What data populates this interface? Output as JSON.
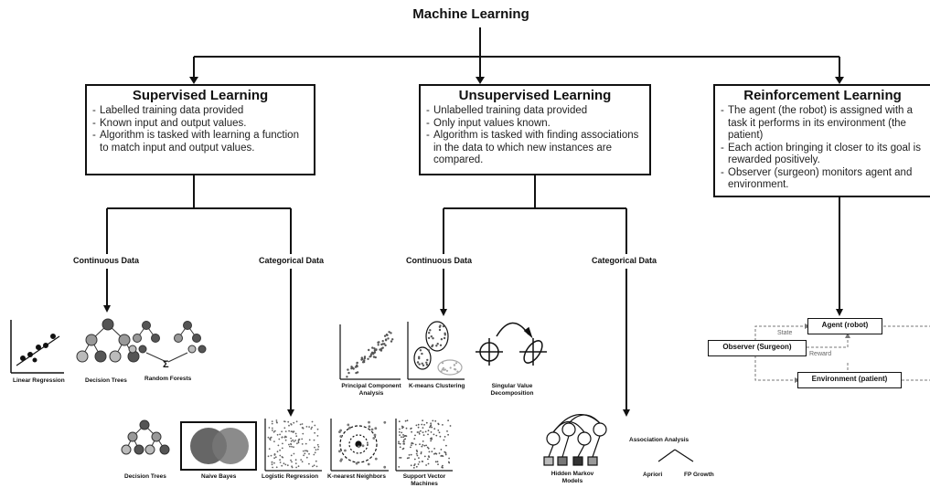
{
  "root": "Machine Learning",
  "supervised": {
    "title": "Supervised Learning",
    "bullets": [
      "Labelled training data provided",
      "Known input and output values.",
      "Algorithm is tasked with learning a function to match input and output values."
    ],
    "continuous": "Continuous Data",
    "categorical": "Categorical Data",
    "cont_algs": [
      "Linear Regression",
      "Decision Trees",
      "Random Forests"
    ],
    "cat_algs": [
      "Decision Trees",
      "Naive Bayes",
      "Logistic Regression",
      "K-nearest Neighbors",
      "Support Vector Machines"
    ]
  },
  "unsupervised": {
    "title": "Unsupervised Learning",
    "bullets": [
      "Unlabelled training data provided",
      "Only input values known.",
      "Algorithm is tasked with finding associations in the data to which new instances are compared."
    ],
    "continuous": "Continuous Data",
    "categorical": "Categorical Data",
    "cont_algs": [
      "Principal Component Analysis",
      "K-means Clustering",
      "Singular Value Decomposition"
    ],
    "cat_algs": [
      "Hidden Markov Models",
      "Association Analysis",
      "Apriori",
      "FP Growth"
    ]
  },
  "reinforcement": {
    "title": "Reinforcement Learning",
    "bullets": [
      "The agent (the robot) is assigned with a task it performs in its environment (the patient)",
      "Each action bringing it closer to its goal is rewarded positively.",
      "Observer (surgeon) monitors agent and environment."
    ],
    "agent": "Agent (robot)",
    "observer": "Observer (Surgeon)",
    "environment": "Environment (patient)",
    "state": "State",
    "reward": "Reward"
  }
}
